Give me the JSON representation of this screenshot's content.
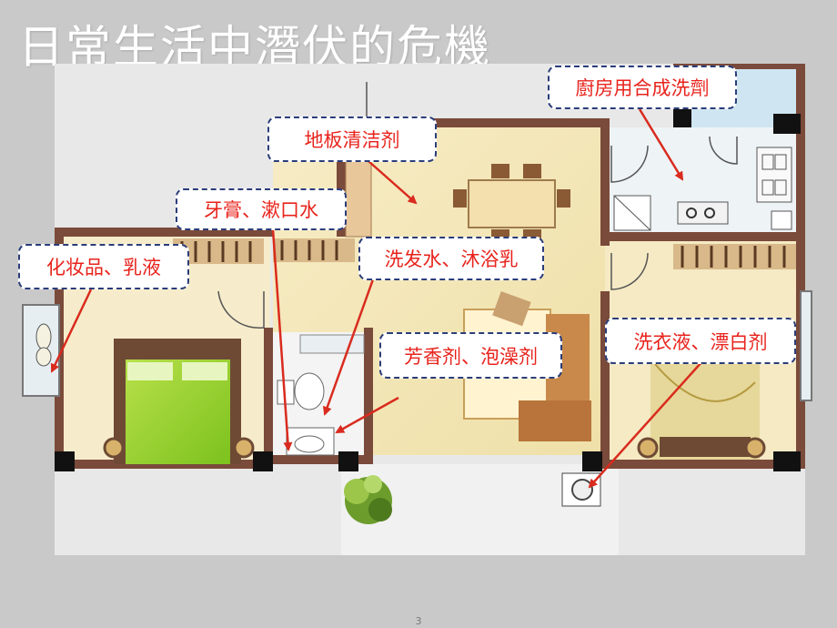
{
  "slide": {
    "title": "日常生活中潛伏的危機",
    "page_number": "3"
  },
  "callouts": {
    "kitchen": "廚房用合成洗劑",
    "floor": "地板清洁剂",
    "toothpaste": "牙膏、漱口水",
    "cosmetics": "化妆品、乳液",
    "shampoo": "洗发水、沐浴乳",
    "air_freshener": "芳香剂、泡澡剂",
    "laundry": "洗衣液、漂白剂"
  },
  "colors": {
    "callout_text": "#e8231c",
    "callout_border": "#2b3d7a",
    "arrow": "#d92b1e",
    "background": "#c9c9c9"
  }
}
